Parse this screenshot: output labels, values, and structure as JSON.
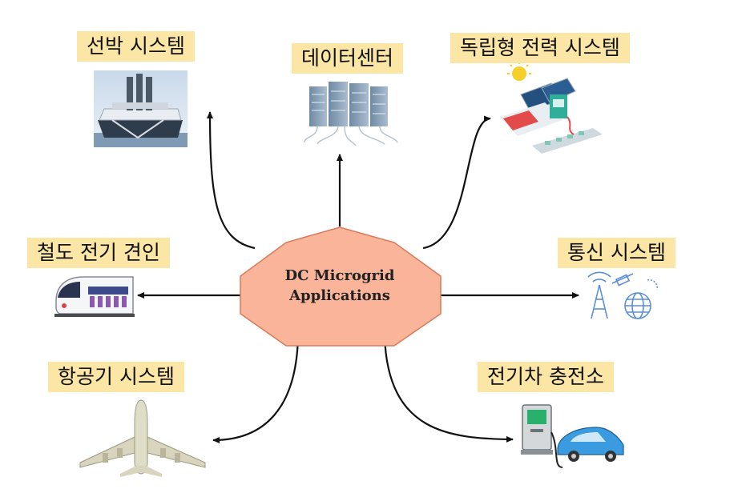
{
  "center": {
    "line1": "DC Microgrid",
    "line2": "Applications",
    "fill": "#f9b49a",
    "stroke": "#d77a5a"
  },
  "arrow_color": "#111111",
  "label_bg": "#fbe6a6",
  "applications": {
    "ship": "선박 시스템",
    "datacenter": "데이터센터",
    "standalone_power": "독립형 전력 시스템",
    "railway": "철도 전기 견인",
    "telecom": "통신 시스템",
    "aircraft": "항공기 시스템",
    "ev_charging": "전기차 충전소"
  },
  "icons": [
    "ship-icon",
    "datacenter-icon",
    "solar-power-icon",
    "train-icon",
    "telecom-icon",
    "airplane-icon",
    "ev-charger-icon"
  ]
}
